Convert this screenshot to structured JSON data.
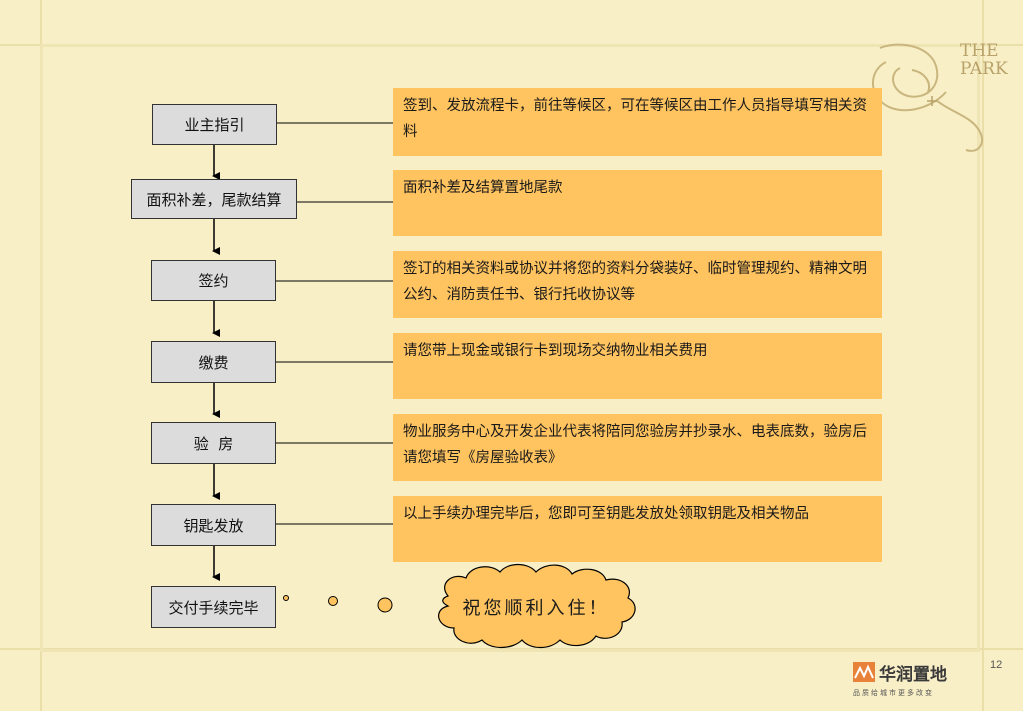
{
  "brand": {
    "corner_text": [
      "THE",
      "PARK"
    ],
    "logo_name": "华润置地",
    "logo_slogan": "品质给城市更多改变",
    "page_number": "12"
  },
  "steps": [
    {
      "label": "业主指引"
    },
    {
      "label": "面积补差，尾款结算"
    },
    {
      "label": "签约"
    },
    {
      "label": "缴费"
    },
    {
      "label": "验  房"
    },
    {
      "label": "钥匙发放"
    },
    {
      "label": "交付手续完毕"
    }
  ],
  "notes": [
    {
      "text": "签到、发放流程卡，前往等候区，可在等候区由工作人员指导填写相关资料"
    },
    {
      "text": "面积补差及结算置地尾款"
    },
    {
      "text": "签订的相关资料或协议并将您的资料分袋装好、临时管理规约、精神文明公约、消防责任书、银行托收协议等"
    },
    {
      "text": "请您带上现金或银行卡到现场交纳物业相关费用"
    },
    {
      "text": "物业服务中心及开发企业代表将陪同您验房并抄录水、电表底数，验房后请您填写《房屋验收表》"
    },
    {
      "text": "以上手续办理完毕后，您即可至钥匙发放处领取钥匙及相关物品"
    }
  ],
  "closing_message": "祝您顺利入住！",
  "colors": {
    "background": "#f8efc6",
    "note_fill": "#ffc35f",
    "step_fill": "#dcdcdc",
    "cloud_fill": "#ffc35f",
    "ornament": "#c9b67e"
  }
}
